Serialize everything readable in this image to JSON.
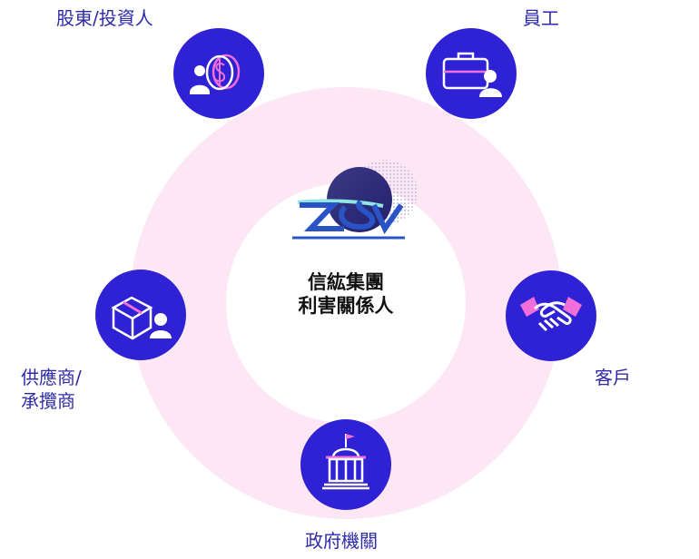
{
  "center": {
    "line1": "信紘集團",
    "line2": "利害關係人"
  },
  "stakeholders": [
    {
      "label": "股東/投資人",
      "icon": "investor-icon"
    },
    {
      "label": "員工",
      "icon": "employee-icon"
    },
    {
      "label": "客戶",
      "icon": "handshake-icon"
    },
    {
      "label": "政府機關",
      "icon": "government-building-icon"
    },
    {
      "label_line1": "供應商/",
      "label_line2": "承攬商",
      "icon": "supplier-package-icon"
    }
  ],
  "colors": {
    "node_fill": "#2f22d4",
    "ring_fill": "#fde7f4",
    "label_text": "#2e2ba7",
    "icon_accent": "#f26ed8",
    "icon_light": "#ffffff"
  }
}
